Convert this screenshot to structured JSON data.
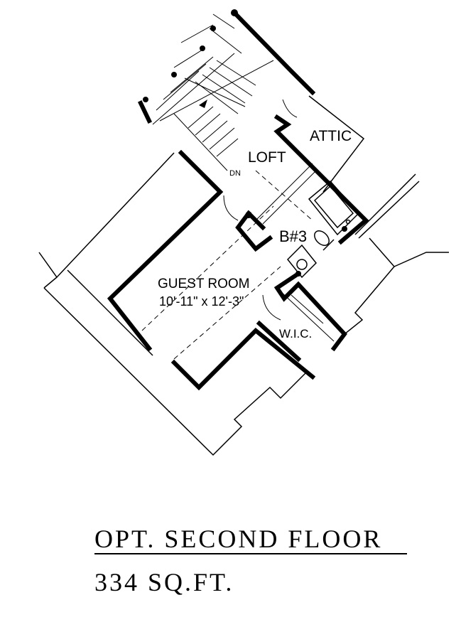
{
  "floor_plan": {
    "rooms": {
      "loft": "LOFT",
      "attic": "ATTIC",
      "bath": "B#3",
      "guest_room": "GUEST ROOM",
      "guest_room_size": "10'-11\" x 12'-3\"",
      "closet": "W.I.C.",
      "stair_direction": "DN"
    },
    "title": "OPT. SECOND FLOOR",
    "area": "334 SQ.FT."
  },
  "colors": {
    "line": "#000000",
    "background": "#ffffff"
  }
}
